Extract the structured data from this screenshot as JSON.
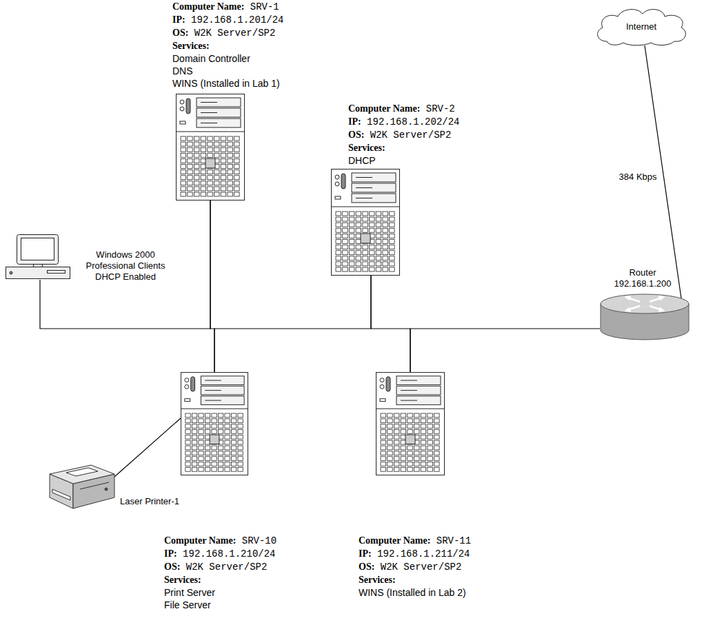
{
  "diagram": {
    "nodes": [
      {
        "text": [
          "Computer Name: SRV-1",
          "IP: 192.168.1.201/24",
          "OS: W2K Server/SP2",
          "Services:",
          "Domain Controller",
          "DNS",
          "WINS (Installed in Lab 1)"
        ]
      },
      {
        "text": [
          "Internet"
        ]
      },
      {
        "text": [
          "Computer Name: SRV-2",
          "IP: 192.168.1.202/24",
          "OS: W2K Server/SP2",
          "Services:",
          "DHCP"
        ]
      },
      {
        "text": [
          "Windows 2000 Professional Clients DHCP Enabled"
        ]
      },
      {
        "text": [
          "Router",
          "192.168.1.200"
        ]
      },
      {
        "text": [
          "Computer Name: SRV-10",
          "IP: 192.168.1.210/24",
          "OS: W2K Server/SP2",
          "Services:",
          "Print Server",
          "File Server"
        ]
      },
      {
        "text": [
          "Laser Printer-1"
        ]
      },
      {
        "text": [
          "Computer Name: SRV-11",
          "IP: 192.168.1.211/24",
          "OS: W2K Server/SP2",
          "Services:",
          "WINS (Installed in Lab 2)"
        ]
      }
    ],
    "edges": [
      {
        "from": 3,
        "to": 0,
        "arrow": "none"
      },
      {
        "from": 0,
        "to": 5,
        "arrow": "none"
      },
      {
        "from": 5,
        "to": 2,
        "arrow": "none"
      },
      {
        "from": 2,
        "to": 7,
        "arrow": "none"
      },
      {
        "from": 7,
        "to": 4,
        "arrow": "none"
      },
      {
        "from": 4,
        "to": 1,
        "label": "384 Kbps",
        "arrow": "none"
      },
      {
        "from": 5,
        "to": 6,
        "arrow": "none"
      }
    ]
  }
}
